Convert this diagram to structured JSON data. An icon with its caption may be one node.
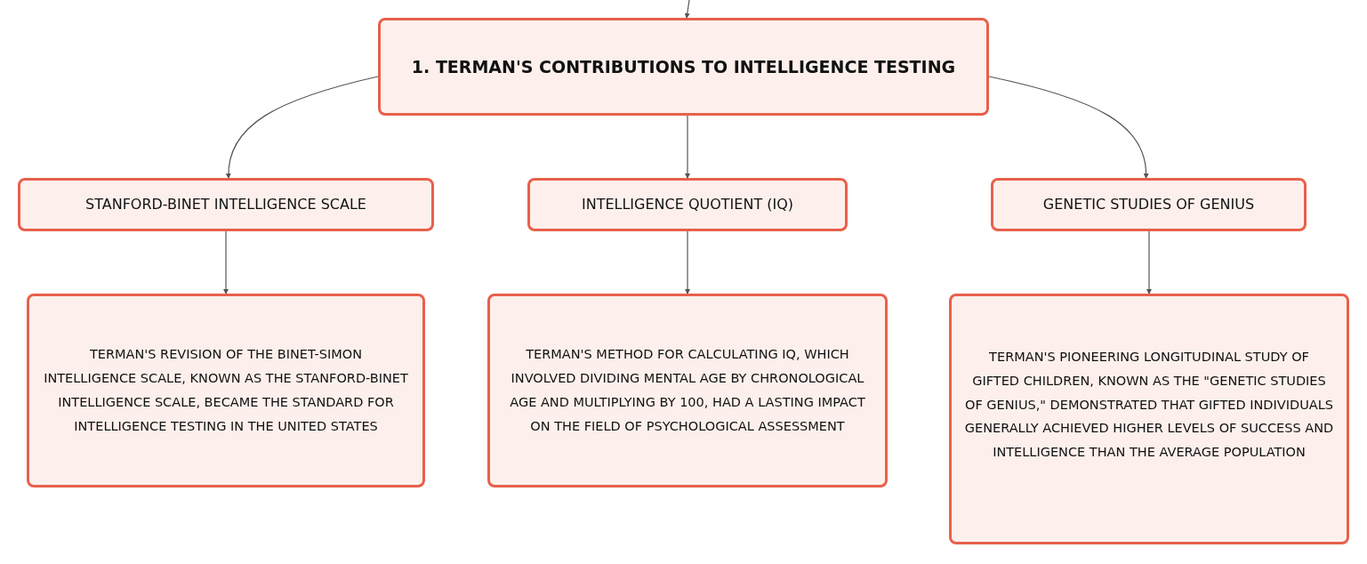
{
  "diagram": {
    "nodes": [
      {
        "text": [
          "1. TERMAN'S CONTRIBUTIONS TO INTELLIGENCE TESTING"
        ]
      },
      {
        "text": [
          "STANFORD-BINET INTELLIGENCE SCALE"
        ]
      },
      {
        "text": [
          "INTELLIGENCE QUOTIENT (IQ)"
        ]
      },
      {
        "text": [
          "GENETIC STUDIES OF GENIUS"
        ]
      },
      {
        "text": [
          "TERMAN'S REVISION OF THE BINET-SIMON INTELLIGENCE SCALE, KNOWN AS THE STANFORD-BINET INTELLIGENCE SCALE, BECAME THE STANDARD FOR INTELLIGENCE TESTING IN THE UNITED STATES"
        ]
      },
      {
        "text": [
          "TERMAN'S METHOD FOR CALCULATING IQ, WHICH INVOLVED DIVIDING MENTAL AGE BY CHRONOLOGICAL AGE AND MULTIPLYING BY 100, HAD A LASTING IMPACT ON THE FIELD OF PSYCHOLOGICAL ASSESSMENT"
        ]
      },
      {
        "text": [
          "TERMAN'S PIONEERING LONGITUDINAL STUDY OF GIFTED CHILDREN, KNOWN AS THE \"GENETIC STUDIES OF GENIUS,\" DEMONSTRATED THAT GIFTED INDIVIDUALS GENERALLY ACHIEVED HIGHER LEVELS OF SUCCESS AND INTELLIGENCE THAN THE AVERAGE POPULATION"
        ]
      }
    ],
    "edges": [
      {
        "from": null,
        "to": 0,
        "arrow": "to"
      },
      {
        "from": 0,
        "to": 1,
        "arrow": "to"
      },
      {
        "from": 0,
        "to": 2,
        "arrow": "to"
      },
      {
        "from": 0,
        "to": 3,
        "arrow": "to"
      },
      {
        "from": 1,
        "to": 4,
        "arrow": "to"
      },
      {
        "from": 2,
        "to": 5,
        "arrow": "to"
      },
      {
        "from": 3,
        "to": 6,
        "arrow": "to"
      }
    ]
  }
}
